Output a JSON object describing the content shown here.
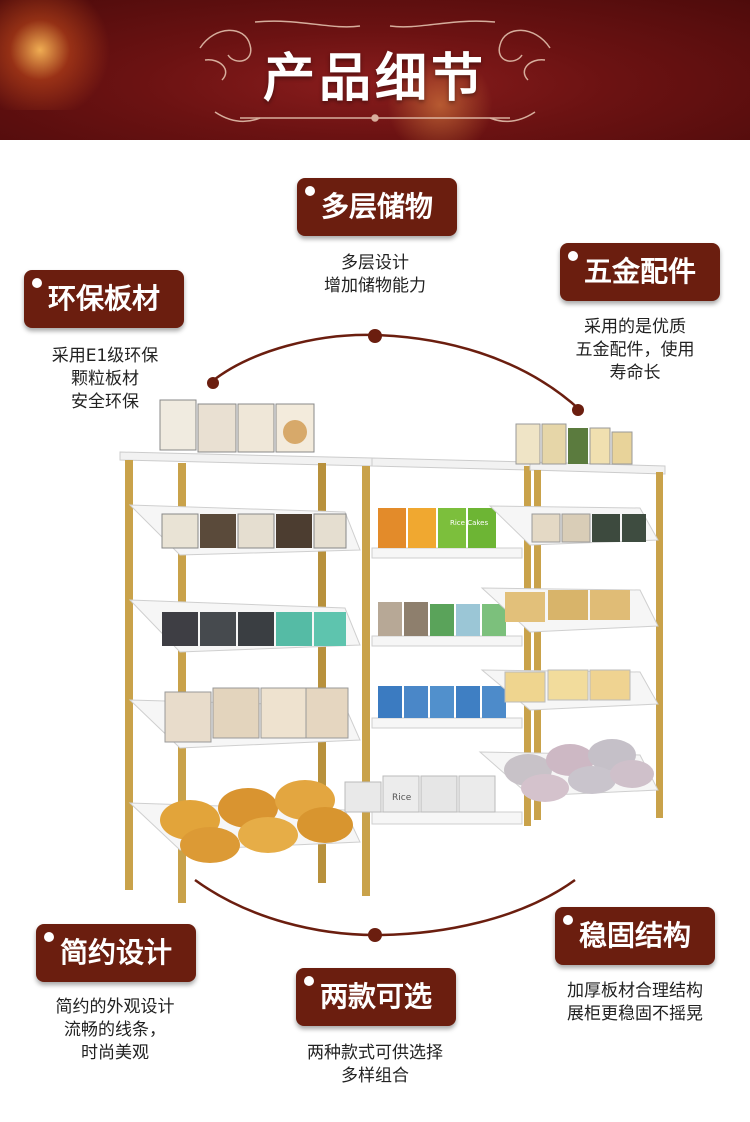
{
  "banner": {
    "title": "产品细节"
  },
  "features": [
    {
      "title": "多层储物",
      "lines": [
        "多层设计",
        "增加储物能力"
      ]
    },
    {
      "title": "五金配件",
      "lines": [
        "采用的是优质",
        "五金配件，使用",
        "寿命长"
      ]
    },
    {
      "title": "环保板材",
      "lines": [
        "采用E1级环保",
        "颗粒板材",
        "安全环保"
      ]
    },
    {
      "title": "简约设计",
      "lines": [
        "简约的外观设计",
        "流畅的线条，",
        "时尚美观"
      ]
    },
    {
      "title": "两款可选",
      "lines": [
        "两种款式可供选择",
        "多样组合"
      ]
    },
    {
      "title": "稳固结构",
      "lines": [
        "加厚板材合理结构",
        "展柜更稳固不摇晃"
      ]
    }
  ],
  "product_labels": {
    "rice": "Rice",
    "rice_cakes": "Rice Cakes"
  },
  "colors": {
    "banner": "#6b1212",
    "tag": "#6b1e0f",
    "frame": "#c9a24a",
    "shelf": "#f4f4f4",
    "arc": "#6b1e0f"
  }
}
